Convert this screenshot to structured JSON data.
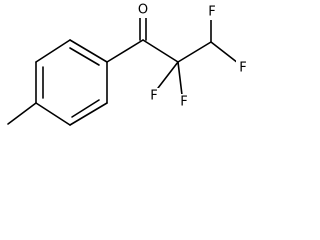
{
  "molecule": {
    "atoms": {
      "carbonyl_oxygen": "O",
      "fluorine_1": "F",
      "fluorine_2": "F",
      "fluorine_3": "F",
      "fluorine_4": "F"
    }
  },
  "colors": {
    "bond": "#000000",
    "label": "#000000",
    "background": "#ffffff"
  }
}
